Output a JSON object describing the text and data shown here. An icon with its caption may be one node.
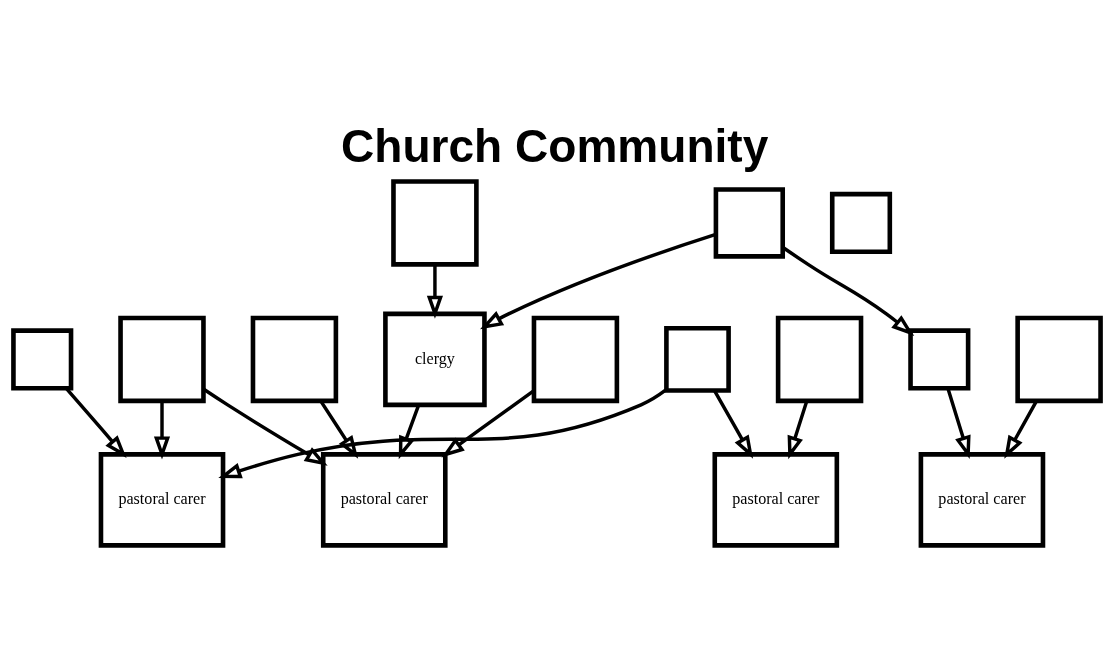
{
  "diagram": {
    "title": "Church Community",
    "nodes": [
      {
        "text": [
          "pastoral carer"
        ]
      },
      {
        "text": [],
        "shape": "box"
      },
      {
        "text": [],
        "shape": "box"
      },
      {
        "text": [
          "pastoral carer"
        ]
      },
      {
        "text": [
          "clergy"
        ]
      },
      {
        "text": [],
        "shape": "box"
      },
      {
        "text": [],
        "shape": "box"
      },
      {
        "text": [],
        "shape": "box"
      },
      {
        "text": [],
        "shape": "box"
      },
      {
        "text": [],
        "shape": "box"
      },
      {
        "text": [
          "pastoral carer"
        ]
      },
      {
        "text": [
          "pastoral carer"
        ]
      },
      {
        "text": [],
        "shape": "box"
      },
      {
        "text": [],
        "shape": "box"
      },
      {
        "text": [],
        "shape": "box"
      },
      {
        "text": [],
        "shape": "box"
      }
    ],
    "edges": [
      {
        "from": 2,
        "to": 0,
        "arrow": "to"
      },
      {
        "from": 1,
        "to": 0,
        "arrow": "to"
      },
      {
        "from": 7,
        "to": 0,
        "arrow": "to"
      },
      {
        "from": 7,
        "to": 11,
        "arrow": "to"
      },
      {
        "from": 2,
        "to": 3,
        "arrow": "to"
      },
      {
        "from": 4,
        "to": 3,
        "arrow": "to"
      },
      {
        "from": 8,
        "to": 3,
        "arrow": "to"
      },
      {
        "from": 13,
        "to": 3,
        "arrow": "to"
      },
      {
        "from": 14,
        "to": 4,
        "arrow": "to"
      },
      {
        "from": 9,
        "to": 4,
        "arrow": "to"
      },
      {
        "from": 9,
        "to": 15,
        "arrow": "to"
      },
      {
        "from": 6,
        "to": 10,
        "arrow": "to"
      },
      {
        "from": 15,
        "to": 10,
        "arrow": "to"
      },
      {
        "from": 12,
        "to": 11,
        "arrow": "to"
      }
    ]
  }
}
